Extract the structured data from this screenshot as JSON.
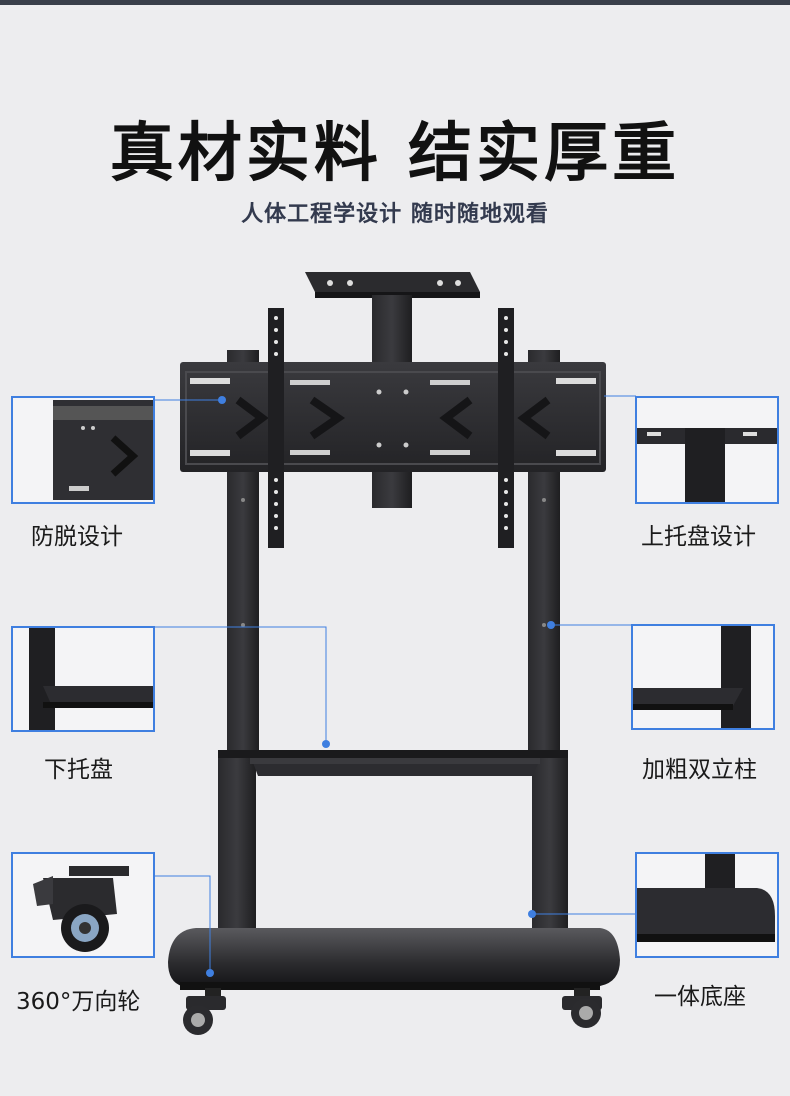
{
  "headline": "真材实料 结实厚重",
  "subheadline": "人体工程学设计 随时随地观看",
  "features": {
    "anti_drop": "防脱设计",
    "top_tray": "上托盘设计",
    "lower_tray": "下托盘",
    "double_column": "加粗双立柱",
    "caster": "360°万向轮",
    "base": "一体底座"
  },
  "colors": {
    "background": "#ededef",
    "accent_line": "#3f7fe0",
    "frame": "#1c1c1e"
  }
}
